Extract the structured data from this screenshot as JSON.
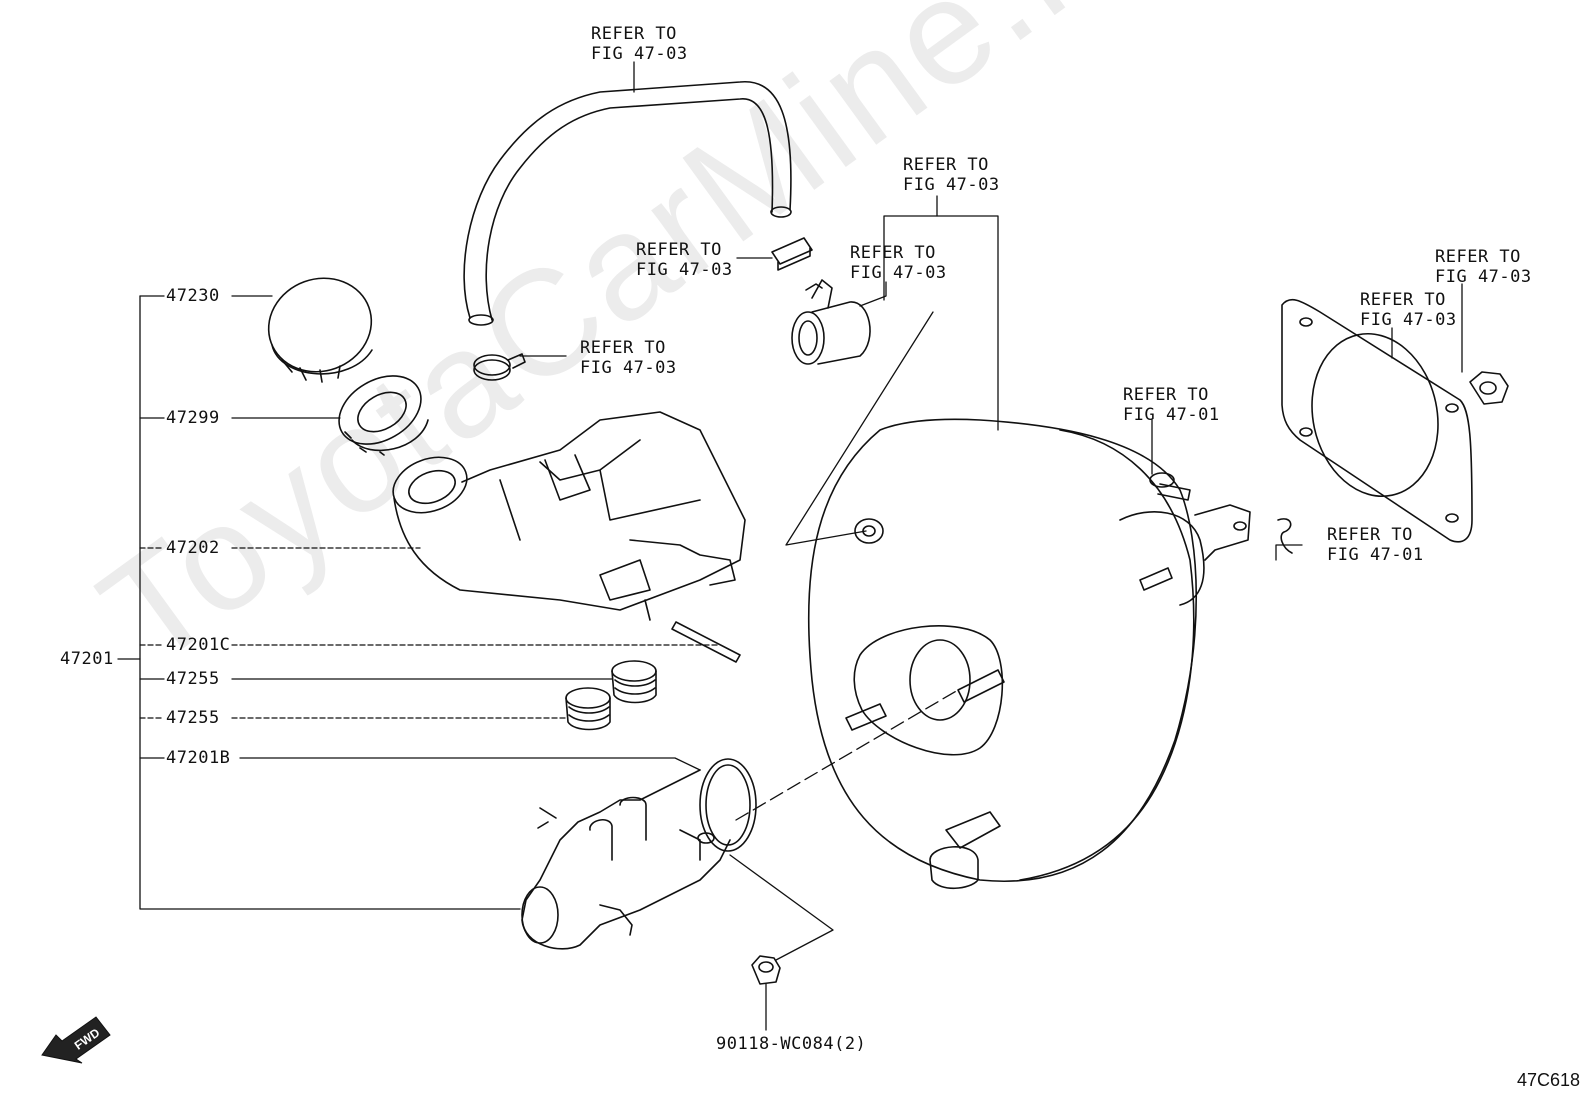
{
  "watermark": "ToyotaCarMine.ru",
  "diagram_code": "47C618",
  "fwd_label": "FWD",
  "part_numbers": {
    "p47230": "47230",
    "p47299": "47299",
    "p47202": "47202",
    "p47201": "47201",
    "p47201C": "47201C",
    "p47255a": "47255",
    "p47255b": "47255",
    "p47201B": "47201B",
    "p90118": "90118-WC084(2)"
  },
  "refs": {
    "hose_top": [
      "REFER TO",
      "FIG 47-03"
    ],
    "booster_top": [
      "REFER TO",
      "FIG 47-03"
    ],
    "clip_mid": [
      "REFER TO",
      "FIG 47-03"
    ],
    "check_valve": [
      "REFER TO",
      "FIG 47-03"
    ],
    "hose_clamp": [
      "REFER TO",
      "FIG 47-03"
    ],
    "gasket_nut": [
      "REFER TO",
      "FIG 47-03"
    ],
    "gasket": [
      "REFER TO",
      "FIG 47-03"
    ],
    "clevis_pin": [
      "REFER TO",
      "FIG 47-01"
    ],
    "clip_pin": [
      "REFER TO",
      "FIG 47-01"
    ]
  }
}
